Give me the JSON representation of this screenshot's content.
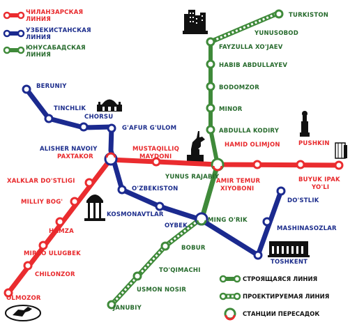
{
  "colors": {
    "red_line": "#ea2c2f",
    "blue_line": "#1b2a8f",
    "green_line": "#3f8a3a",
    "station_fill": "#ffffff",
    "red_text": "#e8282b",
    "blue_text": "#1c2d8c",
    "green_text": "#266a2c"
  },
  "legend": {
    "red": {
      "line1": "ЧИЛАНЗАРСКАЯ",
      "line2": "ЛИНИЯ"
    },
    "blue": {
      "line1": "УЗБЕКИСТАНСКАЯ",
      "line2": "ЛИНИЯ"
    },
    "green": {
      "line1": "ЮНУСАБАДСКАЯ",
      "line2": "ЛИНИЯ"
    },
    "under_construction": "СТРОЯЩАЯСЯ ЛИНИЯ",
    "planned": "ПРОЕКТИРУЕМАЯ ЛИНИЯ",
    "transfer": "СТАНЦИИ ПЕРЕСАДОК"
  },
  "stations": {
    "red": {
      "olmozor": "OLMOZOR",
      "chilonzor": "CHILONZOR",
      "mirzo_ulugbek": "MIRZO ULUGBEK",
      "hamza": "HAMZA",
      "milliy_bog": "MILLIY BOG'",
      "xalklar_dostligi": "XALKLAR DO'STLIGI",
      "paxtakor": "PAXTAKOR",
      "mustaqilliq_1": "MUSTAQILLIQ",
      "mustaqilliq_2": "MAYDONI",
      "amir_temur_1": "AMIR TEMUR",
      "amir_temur_2": "XIYOBONI",
      "hamid_olimjon": "HAMID OLIMJON",
      "pushkin": "PUSHKIN",
      "buyuk_ipak_1": "BUYUK IPAK",
      "buyuk_ipak_2": "YO'LI"
    },
    "blue": {
      "beruniy": "BERUNIY",
      "tinchlik": "TINCHLIK",
      "chorsu": "CHORSU",
      "gafur_gulom": "G'AFUR G'ULOM",
      "alisher_navoiy": "ALISHER NAVOIY",
      "ozbekiston": "O'ZBEKISTON",
      "kosmonavtlar": "KOSMONAVTLAR",
      "oybek": "OYBEK",
      "toshkent": "TOSHKENT",
      "mashinasozlar": "MASHINASOZLAR",
      "dostlik": "DO'STLIK"
    },
    "green": {
      "turkiston": "TURKISTON",
      "yunusobod": "YUNUSOBOD",
      "fayzulla": "FAYZULLA XO'JAEV",
      "habib": "HABIB ABDULLAYEV",
      "bodomzor": "BODOMZOR",
      "minor": "MINOR",
      "abdulla_kodiry": "ABDULLA KODIRY",
      "yunus_rajabiy": "YUNUS RAJABIY",
      "ming_orik": "MING O'RIK",
      "bobur": "BOBUR",
      "toqimachi": "TO'QIMACHI",
      "usmon_nosir": "USMON NOSIR",
      "janubiy": "JANUBIY"
    }
  }
}
